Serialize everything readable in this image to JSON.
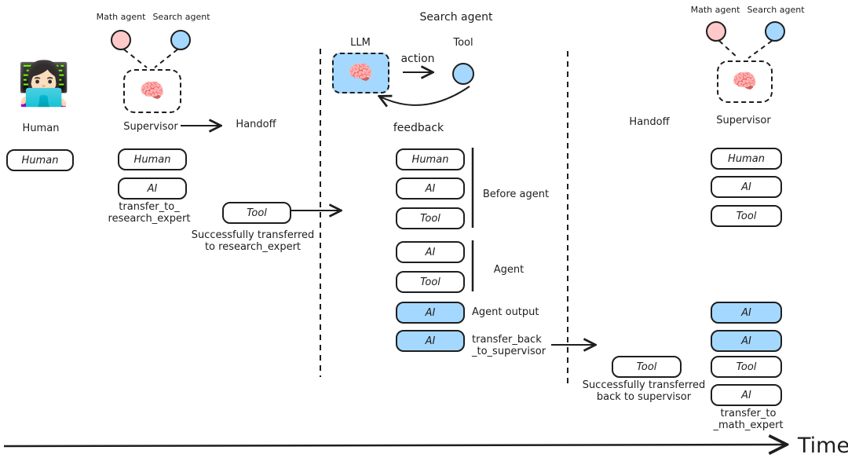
{
  "colors": {
    "pink": "#ffc9c9",
    "blue": "#a5d8ff",
    "ink": "#1e1e1e",
    "background": "#ffffff"
  },
  "left": {
    "human_emoji": "👩🏻‍💻",
    "human_label": "Human",
    "human_box_label": "Human",
    "math_agent_label": "Math agent",
    "search_agent_label": "Search agent",
    "brain_emoji": "🧠",
    "supervisor_label": "Supervisor",
    "handoff_label": "Handoff",
    "messages": [
      {
        "label": "Human",
        "highlight": false
      },
      {
        "label": "AI",
        "highlight": false
      }
    ],
    "transfer_note_line1": "transfer_to_",
    "transfer_note_line2": "research_expert",
    "tool_box_label": "Tool",
    "success_note_line1": "Successfully transferred",
    "success_note_line2": "to research_expert"
  },
  "middle": {
    "title": "Search agent",
    "llm_label": "LLM",
    "action_label": "action",
    "tool_label": "Tool",
    "feedback_label": "feedback",
    "brain_emoji": "🧠",
    "messages": [
      {
        "label": "Human",
        "highlight": false
      },
      {
        "label": "AI",
        "highlight": false
      },
      {
        "label": "Tool",
        "highlight": false
      },
      {
        "label": "AI",
        "highlight": false
      },
      {
        "label": "Tool",
        "highlight": false
      },
      {
        "label": "AI",
        "highlight": true
      },
      {
        "label": "AI",
        "highlight": true
      }
    ],
    "before_agent_label": "Before agent",
    "agent_label": "Agent",
    "agent_output_label": "Agent output",
    "transfer_back_line1": "transfer_back",
    "transfer_back_line2": "_to_supervisor"
  },
  "right_handoff": {
    "handoff_label": "Handoff",
    "tool_box_label": "Tool",
    "success_note_line1": "Successfully transferred",
    "success_note_line2": "back to supervisor"
  },
  "right": {
    "math_agent_label": "Math agent",
    "search_agent_label": "Search agent",
    "brain_emoji": "🧠",
    "supervisor_label": "Supervisor",
    "messages": [
      {
        "label": "Human",
        "highlight": false
      },
      {
        "label": "AI",
        "highlight": false
      },
      {
        "label": "Tool",
        "highlight": false
      },
      {
        "label": "AI",
        "highlight": true
      },
      {
        "label": "AI",
        "highlight": true
      },
      {
        "label": "Tool",
        "highlight": false
      },
      {
        "label": "AI",
        "highlight": false
      }
    ],
    "transfer_note_line1": "transfer_to",
    "transfer_note_line2": "_math_expert"
  },
  "time_label": "Time"
}
